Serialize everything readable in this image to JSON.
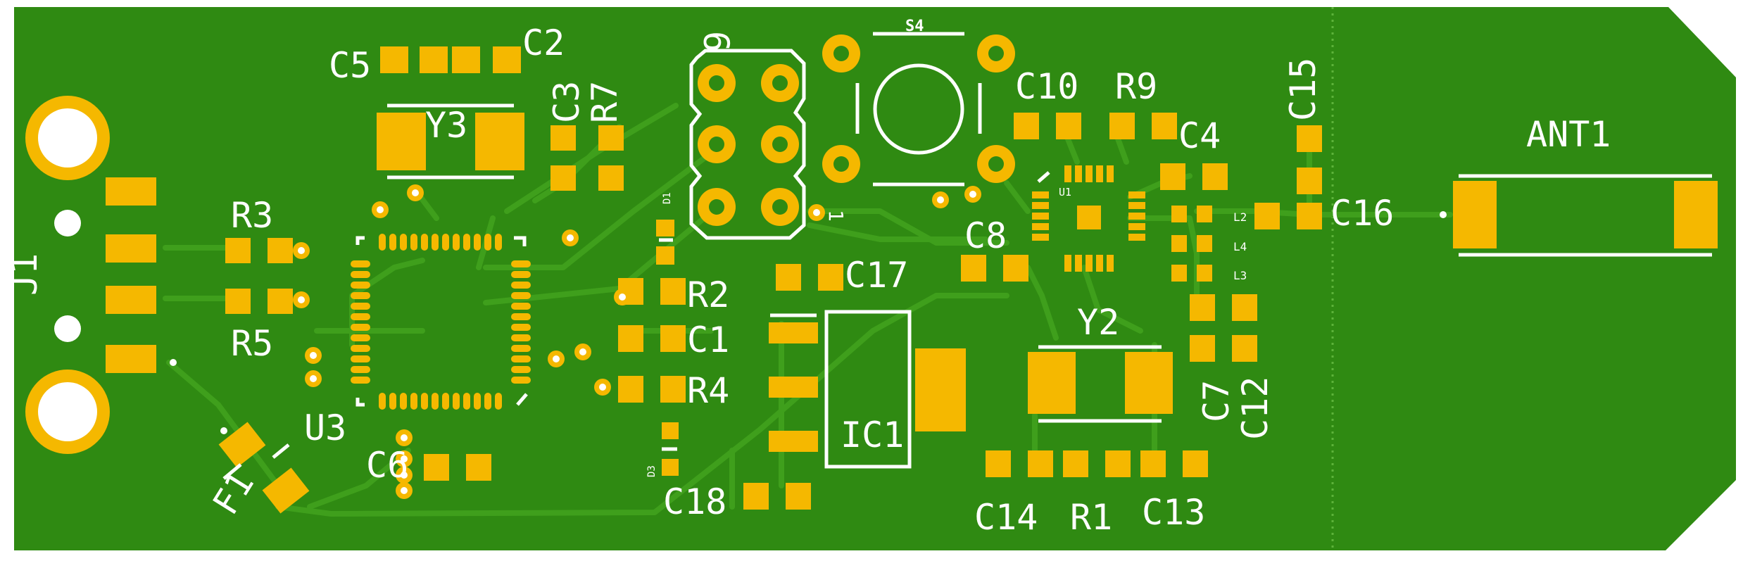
{
  "colors": {
    "board": "#2f8a12",
    "copper": "#3f9f1c",
    "pad": "#f5b800",
    "silk": "#ffffff",
    "background": "#ffffff"
  },
  "labels": {
    "j1": "J1",
    "r3": "R3",
    "r5": "R5",
    "u3": "U3",
    "f1": "F1",
    "c5": "C5",
    "c2": "C2",
    "y3": "Y3",
    "c3": "C3",
    "r7": "R7",
    "c6": "C6",
    "d1": "D1",
    "d3": "D3",
    "r2": "R2",
    "c1": "C1",
    "r4": "R4",
    "c18": "C18",
    "c17": "C17",
    "ic1": "IC1",
    "conn6": "6",
    "conn_pin1": "1",
    "s4": "S4",
    "c10": "C10",
    "r9": "R9",
    "c4": "C4",
    "c8": "C8",
    "u1": "U1",
    "y2": "Y2",
    "c14": "C14",
    "r1": "R1",
    "c13": "C13",
    "c7": "C7",
    "c12": "C12",
    "l2": "L2",
    "l4": "L4",
    "l3": "L3",
    "c15": "C15",
    "c16": "C16",
    "ant1": "ANT1"
  }
}
